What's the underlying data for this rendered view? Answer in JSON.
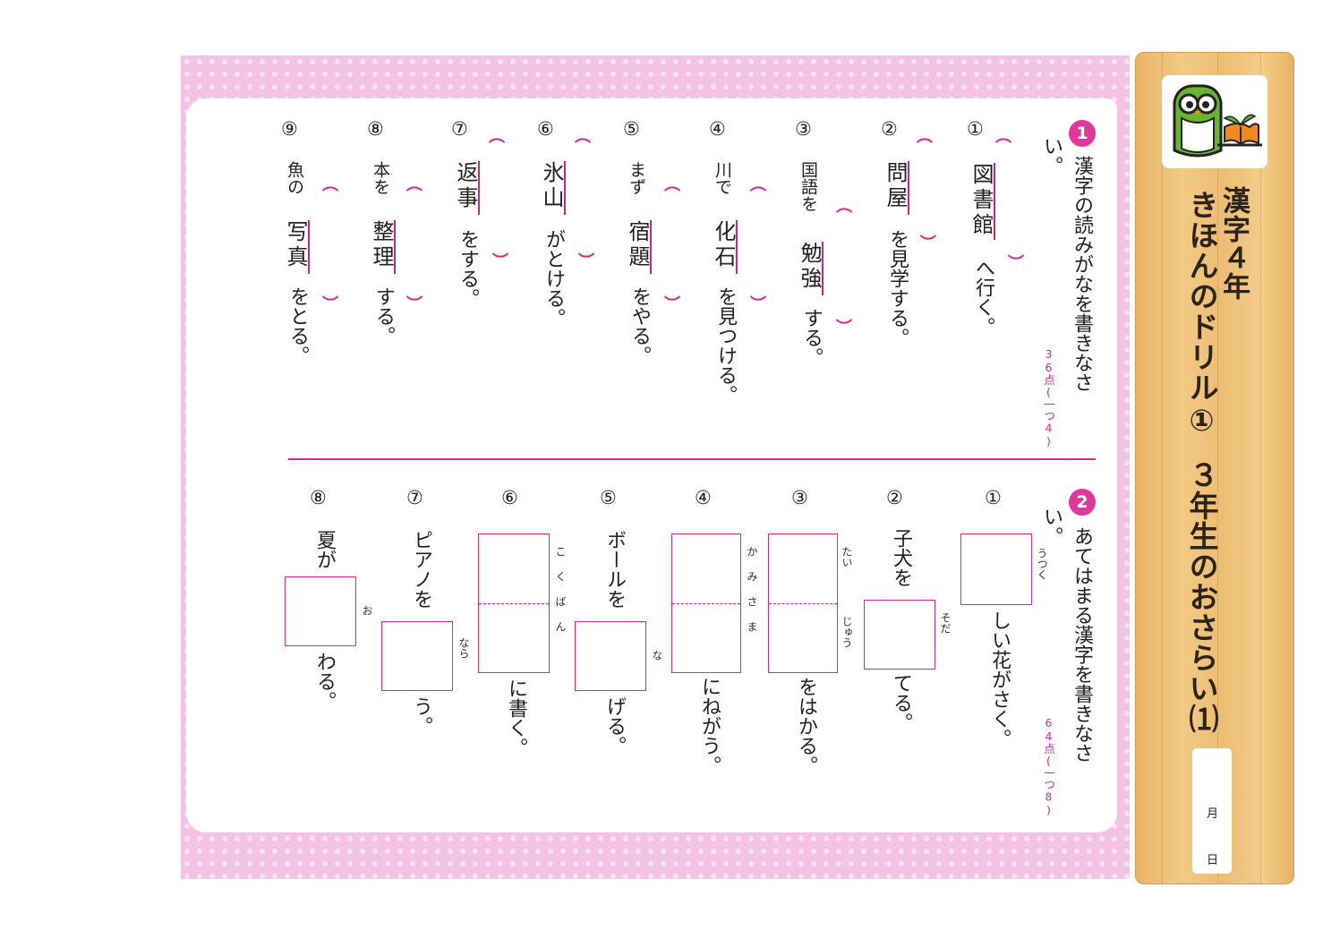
{
  "side_panel": {
    "subject": "漢字４年",
    "drill": "きほんのドリル①",
    "subtitle": "３年生のおさらい⑴",
    "month_label": "月",
    "day_label": "日"
  },
  "colors": {
    "accent": "#e0379b",
    "frame_pink": "#f4c2e2",
    "wood": "#f2c985",
    "logo_green": "#6ab42f",
    "logo_orange": "#f08a1c"
  },
  "icons": [
    "owl-book-logo-icon"
  ],
  "q1": {
    "number": "1",
    "instruction_line1": "漢字の読みがなを書きなさ",
    "instruction_line2": "い。",
    "score": "36点(一つ4)",
    "items": [
      {
        "num": "①",
        "pre": "",
        "kanji": "図書館",
        "post": "へ行く。"
      },
      {
        "num": "②",
        "pre": "",
        "kanji": "問屋",
        "post": "を見学する。"
      },
      {
        "num": "③",
        "pre": "国語を",
        "kanji": "勉強",
        "post": "する。"
      },
      {
        "num": "④",
        "pre": "川で",
        "kanji": "化石",
        "post": "を見つける。"
      },
      {
        "num": "⑤",
        "pre": "まず",
        "kanji": "宿題",
        "post": "をやる。"
      },
      {
        "num": "⑥",
        "pre": "",
        "kanji": "氷山",
        "post": "がとける。"
      },
      {
        "num": "⑦",
        "pre": "",
        "kanji": "返事",
        "post": "をする。"
      },
      {
        "num": "⑧",
        "pre": "本を",
        "kanji": "整理",
        "post": "する。"
      },
      {
        "num": "⑨",
        "pre": "魚の",
        "kanji": "写真",
        "post": "をとる。"
      }
    ]
  },
  "q2": {
    "number": "2",
    "instruction_line1": "あてはまる漢字を書きなさ",
    "instruction_line2": "い。",
    "score": "64点(一つ8)",
    "items": [
      {
        "num": "①",
        "pre": "",
        "furigana": "うつく",
        "post": "しい花がさく。"
      },
      {
        "num": "②",
        "pre": "子犬を",
        "furigana": "そだ",
        "post": "てる。"
      },
      {
        "num": "③",
        "pre": "",
        "furigana_1": "たい",
        "furigana_2": "じゅう",
        "post": "をはかる。"
      },
      {
        "num": "④",
        "pre": "",
        "furigana": "かみさま",
        "post": "にねがう。"
      },
      {
        "num": "⑤",
        "pre": "ボールを",
        "furigana": "な",
        "post": "げる。"
      },
      {
        "num": "⑥",
        "pre": "",
        "furigana": "こくばん",
        "post": "に書く。"
      },
      {
        "num": "⑦",
        "pre": "ピアノを",
        "furigana": "なら",
        "post": "う。"
      },
      {
        "num": "⑧",
        "pre": "夏が",
        "furigana": "お",
        "post": "わる。"
      }
    ]
  }
}
